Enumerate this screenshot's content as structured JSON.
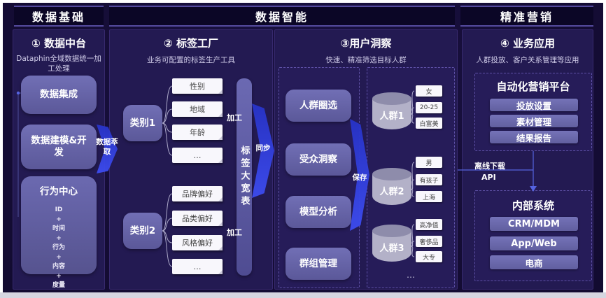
{
  "headers": {
    "foundation": "数据基础",
    "intelligence": "数据智能",
    "marketing": "精准营销"
  },
  "colors": {
    "background": "#150d36",
    "panel": "#231a52",
    "button_purple": "#6664ab",
    "arrow_blue": "#3345e8",
    "note_white": "#f8f7fc",
    "header_line": "#544a9e"
  },
  "col1": {
    "title": "① 数据中台",
    "subtitle": "Dataphin全域数据统一加工处理",
    "btn_integration": "数据集成",
    "btn_modeling": "数据建模&开发",
    "behavior": {
      "title": "行为中心",
      "items": [
        "ID",
        "+",
        "时间",
        "+",
        "行为",
        "+",
        "内容",
        "+",
        "度量"
      ]
    }
  },
  "flow": {
    "extract": "数据萃取",
    "process_top": "加工",
    "process_bottom": "加工",
    "sync": "同步",
    "save": "保存",
    "offline": "离线下载",
    "api": "API"
  },
  "col2": {
    "title": "② 标签工厂",
    "subtitle": "业务可配置的标签生产工具",
    "group1": {
      "label": "类别1",
      "tags": [
        "性别",
        "地域",
        "年龄",
        "…"
      ]
    },
    "group2": {
      "label": "类别2",
      "tags": [
        "品牌偏好",
        "品类偏好",
        "风格偏好",
        "…"
      ]
    },
    "wide_table": "标签大宽表"
  },
  "col3": {
    "title": "③用户洞察",
    "subtitle": "快速、精准筛选目标人群",
    "tools": [
      "人群圈选",
      "受众洞察",
      "模型分析",
      "群组管理"
    ],
    "crowds": [
      {
        "label": "人群1",
        "tags": [
          "女",
          "20-25",
          "白富美"
        ]
      },
      {
        "label": "人群2",
        "tags": [
          "男",
          "有孩子",
          "上海"
        ]
      },
      {
        "label": "人群3",
        "tags": [
          "高净值",
          "奢侈品",
          "大专"
        ]
      }
    ],
    "more": "…"
  },
  "col4": {
    "title": "④ 业务应用",
    "subtitle": "人群投放、客户关系管理等应用",
    "panel1": {
      "title": "自动化营销平台",
      "buttons": [
        "投放设置",
        "素材管理",
        "结果报告"
      ]
    },
    "panel2": {
      "title": "内部系统",
      "buttons": [
        "CRM/MDM",
        "App/Web",
        "电商"
      ]
    }
  }
}
